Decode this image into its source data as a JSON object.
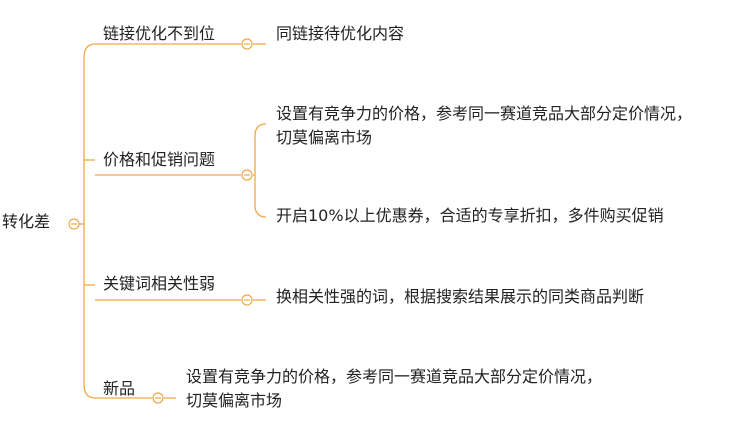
{
  "root": {
    "label": "转化差"
  },
  "branches": [
    {
      "label": "链接优化不到位",
      "children": [
        {
          "lines": [
            "同链接待优化内容"
          ]
        }
      ]
    },
    {
      "label": "价格和促销问题",
      "children": [
        {
          "lines": [
            "设置有竞争力的价格，参考同一赛道竞品大部分定价情况，",
            "切莫偏离市场"
          ]
        },
        {
          "lines": [
            "开启10%以上优惠券，合适的专享折扣，多件购买促销"
          ]
        }
      ]
    },
    {
      "label": "关键词相关性弱",
      "children": [
        {
          "lines": [
            "换相关性强的词，根据搜索结果展示的同类商品判断"
          ]
        }
      ]
    },
    {
      "label": "新品",
      "children": [
        {
          "lines": [
            "设置有竞争力的价格，参考同一赛道竞品大部分定价情况，",
            "切莫偏离市场"
          ]
        }
      ]
    }
  ],
  "colors": {
    "connector": "#f2a74a",
    "text": "#222222"
  }
}
